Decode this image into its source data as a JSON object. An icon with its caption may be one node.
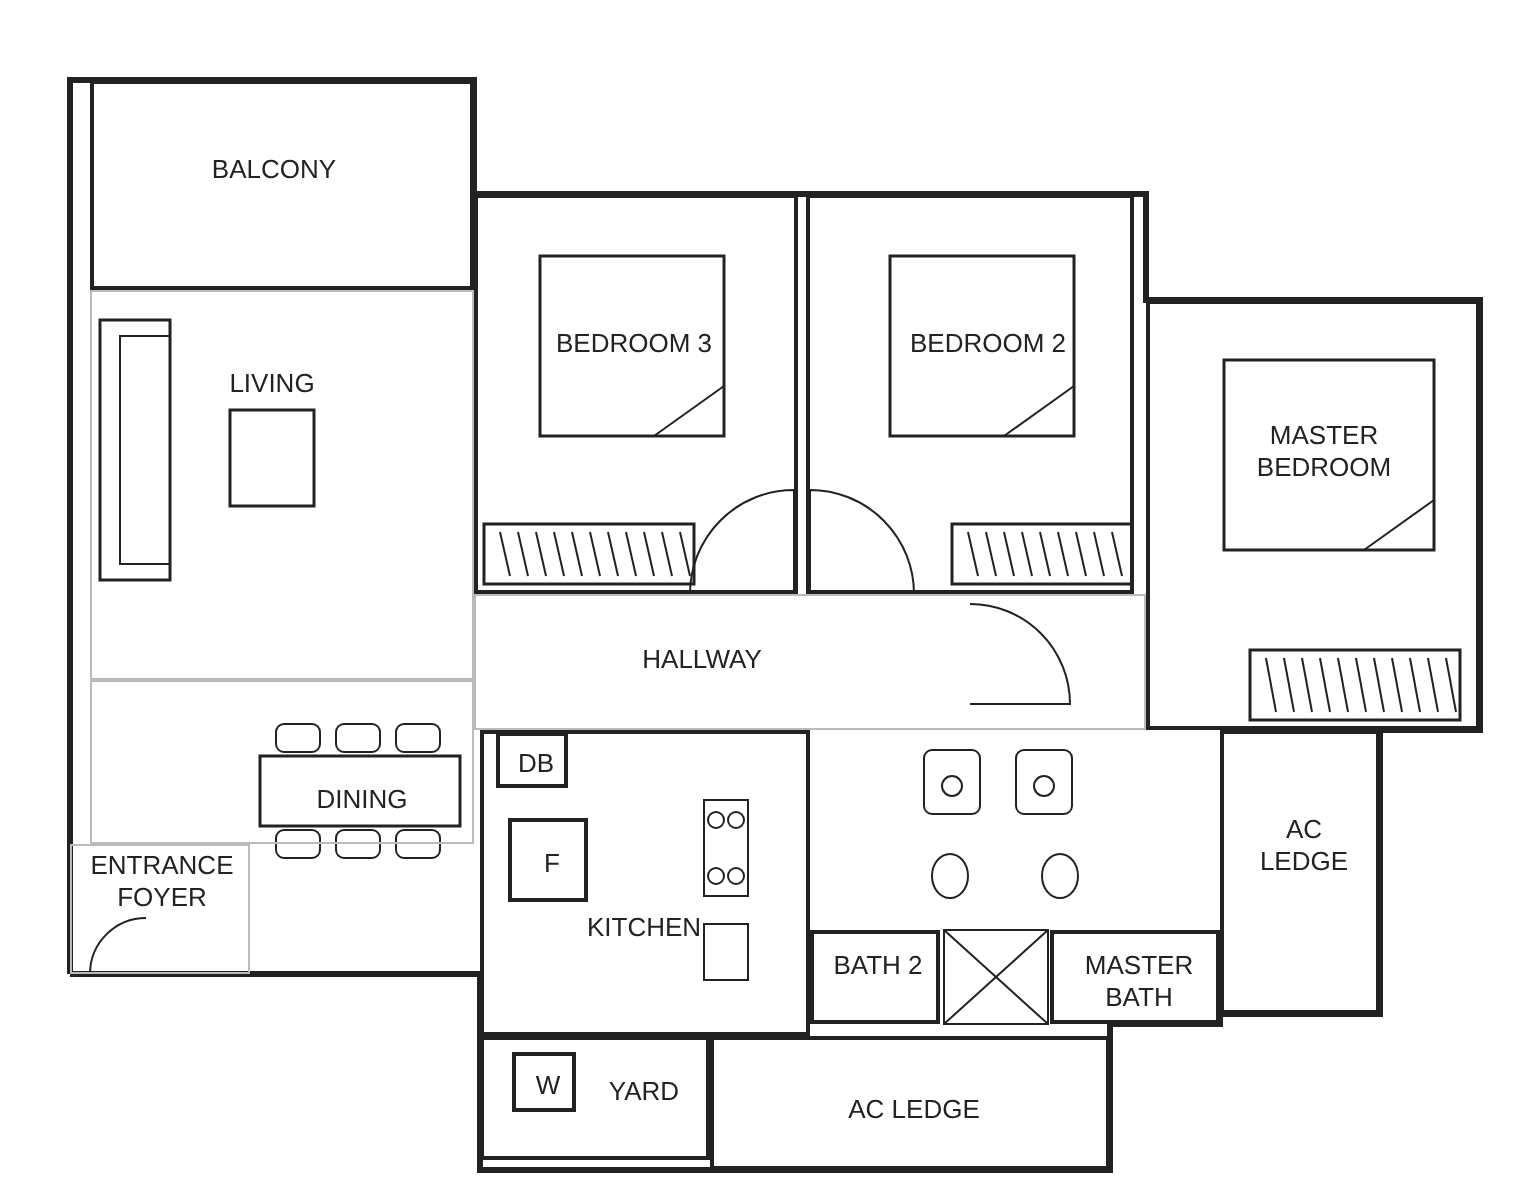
{
  "diagram": {
    "nodes": [
      {
        "text": [
          "BALCONY"
        ]
      },
      {
        "text": [
          "BEDROOM 3"
        ]
      },
      {
        "text": [
          "BEDROOM 2"
        ]
      },
      {
        "text": [
          "LIVING"
        ]
      },
      {
        "text": [
          "MASTER BEDROOM"
        ]
      },
      {
        "text": [
          "HALLWAY"
        ]
      },
      {
        "text": [
          "DB"
        ],
        "in": 8
      },
      {
        "text": [
          "DINING"
        ]
      },
      {
        "text": [
          "KITCHEN"
        ]
      },
      {
        "text": [
          "F"
        ],
        "in": 8
      },
      {
        "text": [
          "AC LEDGE"
        ]
      },
      {
        "text": [
          "ENTRANCE FOYER"
        ]
      },
      {
        "text": [
          "BATH 2"
        ]
      },
      {
        "text": [
          "MASTER BATH"
        ]
      },
      {
        "text": [
          "YARD"
        ]
      },
      {
        "text": [
          "W"
        ],
        "in": 14
      },
      {
        "text": [
          "AC LEDGE"
        ]
      }
    ]
  }
}
